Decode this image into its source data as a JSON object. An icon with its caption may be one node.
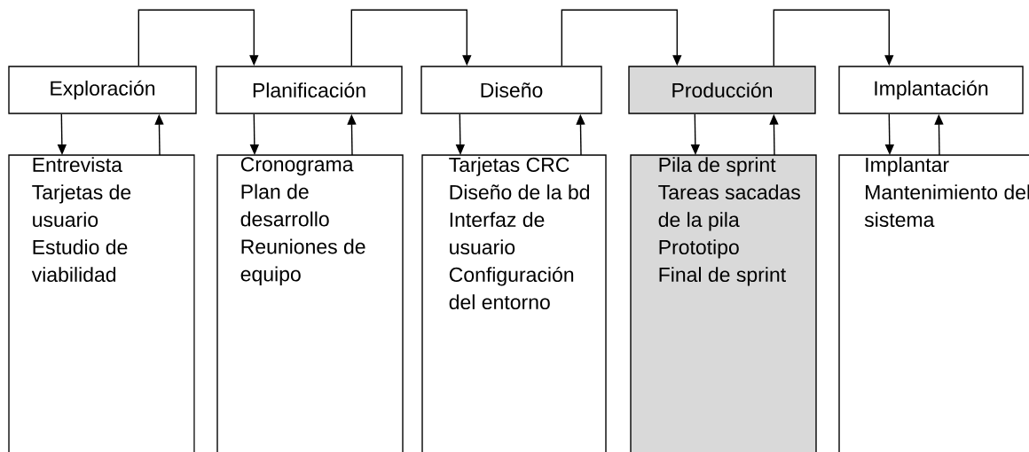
{
  "diagram": {
    "nodes": [
      {
        "text": [
          "Exploración"
        ]
      },
      {
        "text": [
          "Planificación"
        ]
      },
      {
        "text": [
          "Diseño"
        ]
      },
      {
        "text": [
          "Producción"
        ]
      },
      {
        "text": [
          "Implantación"
        ]
      },
      {
        "text": [
          "Entrevista",
          "Tarjetas de usuario",
          "Estudio de viabilidad"
        ]
      },
      {
        "text": [
          "Cronograma",
          "Plan de desarrollo",
          "Reuniones de equipo"
        ]
      },
      {
        "text": [
          "Tarjetas CRC",
          "Diseño de la bd",
          "Interfaz de usuario",
          "Configuración del entorno"
        ]
      },
      {
        "text": [
          "Pila de sprint",
          "Tareas sacadas de la pila",
          "Prototipo",
          "Final de sprint"
        ]
      },
      {
        "text": [
          "Implantar",
          "Mantenimiento del sistema"
        ]
      }
    ],
    "edges": [
      {
        "from": 0,
        "to": 1,
        "arrow": "to"
      },
      {
        "from": 1,
        "to": 2,
        "arrow": "to"
      },
      {
        "from": 2,
        "to": 3,
        "arrow": "to"
      },
      {
        "from": 3,
        "to": 4,
        "arrow": "to"
      },
      {
        "from": 0,
        "to": 5,
        "arrow": "to"
      },
      {
        "from": 5,
        "to": 0,
        "arrow": "to"
      },
      {
        "from": 1,
        "to": 6,
        "arrow": "to"
      },
      {
        "from": 6,
        "to": 1,
        "arrow": "to"
      },
      {
        "from": 2,
        "to": 7,
        "arrow": "to"
      },
      {
        "from": 7,
        "to": 2,
        "arrow": "to"
      },
      {
        "from": 3,
        "to": 8,
        "arrow": "to"
      },
      {
        "from": 8,
        "to": 3,
        "arrow": "to"
      },
      {
        "from": 4,
        "to": 9,
        "arrow": "to"
      },
      {
        "from": 9,
        "to": 4,
        "arrow": "to"
      }
    ]
  }
}
